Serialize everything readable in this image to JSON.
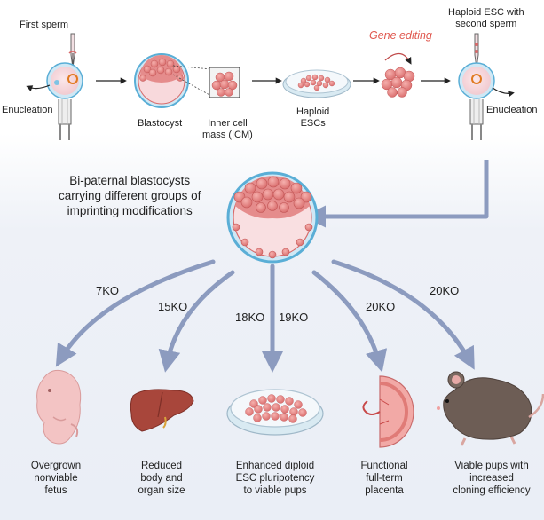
{
  "labels": {
    "first_sperm": "First sperm",
    "haploid_esc_second_sperm": [
      "Haploid ESC with",
      "second sperm"
    ],
    "gene_editing": "Gene editing",
    "enucleation_left": "Enucleation",
    "blastocyst": "Blastocyst",
    "icm": [
      "Inner cell",
      "mass (ICM)"
    ],
    "haploid_escs": [
      "Haploid",
      "ESCs"
    ],
    "enucleation_right": "Enucleation",
    "bi_paternal": [
      "Bi-paternal blastocysts",
      "carrying different groups of",
      "imprinting modifications"
    ]
  },
  "ko_labels": [
    "7KO",
    "15KO",
    "18KO",
    "19KO",
    "20KO",
    "20KO"
  ],
  "outcomes": [
    [
      "Overgrown",
      "nonviable",
      "fetus"
    ],
    [
      "Reduced",
      "body and",
      "organ size"
    ],
    [
      "Enhanced diploid",
      "ESC pluripotency",
      "to viable pups"
    ],
    [
      "Functional",
      "full-term",
      "placenta"
    ],
    [
      "Viable pups with",
      "increased",
      "cloning efficiency"
    ]
  ],
  "icons": [
    "pipette-icon",
    "oocyte-icon",
    "holding-pipette-icon",
    "blastocyst-icon",
    "icm-cluster-icon",
    "petri-dish-icon",
    "edited-cell-cluster-icon",
    "fetus-icon",
    "liver-icon",
    "placenta-icon",
    "mouse-icon"
  ],
  "colors": {
    "arrow": "#8c9bbf",
    "cell": "#e98a8a",
    "cell_dark": "#c95c5c",
    "membrane": "#5aaed6",
    "gene_text": "#e0584f"
  }
}
